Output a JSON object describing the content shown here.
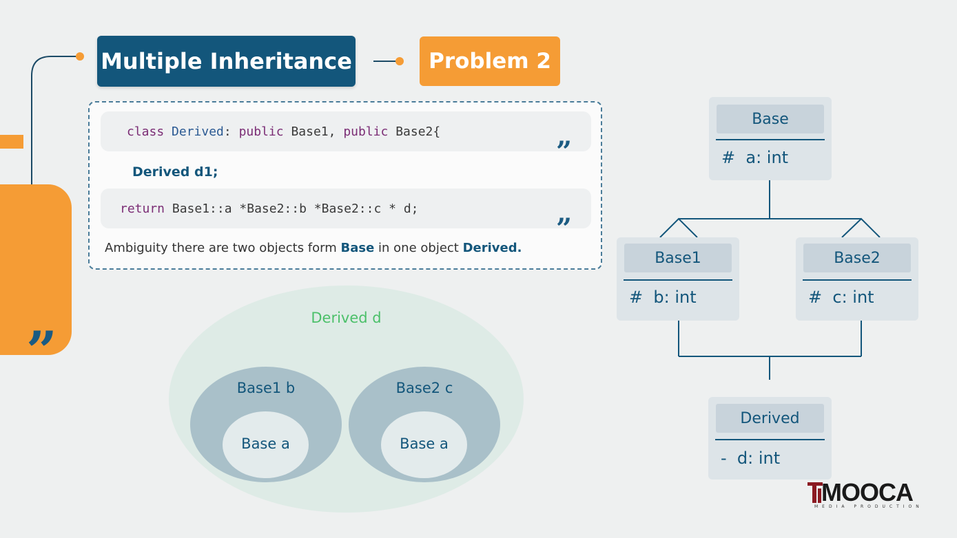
{
  "header": {
    "title": "Multiple Inheritance",
    "problem": "Problem 2"
  },
  "code": {
    "line1": {
      "kw_class": "class",
      "type_derived": "Derived",
      "colon": ":",
      "kw_public1": "public",
      "base1": "Base1,",
      "kw_public2": "public",
      "base2": "Base2{"
    },
    "declaration": "Derived d1;",
    "line2": {
      "kw_return": "return",
      "expr": "Base1::a *Base2::b *Base2::c * d;"
    },
    "quote_mark": "”",
    "ambiguity": {
      "prefix": "Ambiguity there are two objects form",
      "base": "Base",
      "middle": "in one object",
      "derived": "Derived."
    }
  },
  "euler": {
    "outer": "Derived d",
    "left": "Base1 b",
    "right": "Base2 c",
    "inner_left": "Base a",
    "inner_right": "Base a"
  },
  "uml": {
    "base": {
      "name": "Base",
      "attr": "#  a: int"
    },
    "base1": {
      "name": "Base1",
      "attr": "#  b: int"
    },
    "base2": {
      "name": "Base2",
      "attr": "#  c: int"
    },
    "derived": {
      "name": "Derived",
      "attr": "-  d: int"
    }
  },
  "decor": {
    "big_quote": "”"
  },
  "logo": {
    "name": "MOOCA",
    "tagline": "MEDIA PRODUCTION"
  },
  "colors": {
    "navy": "#13567b",
    "orange": "#f59c35",
    "green": "#4cc06a"
  }
}
